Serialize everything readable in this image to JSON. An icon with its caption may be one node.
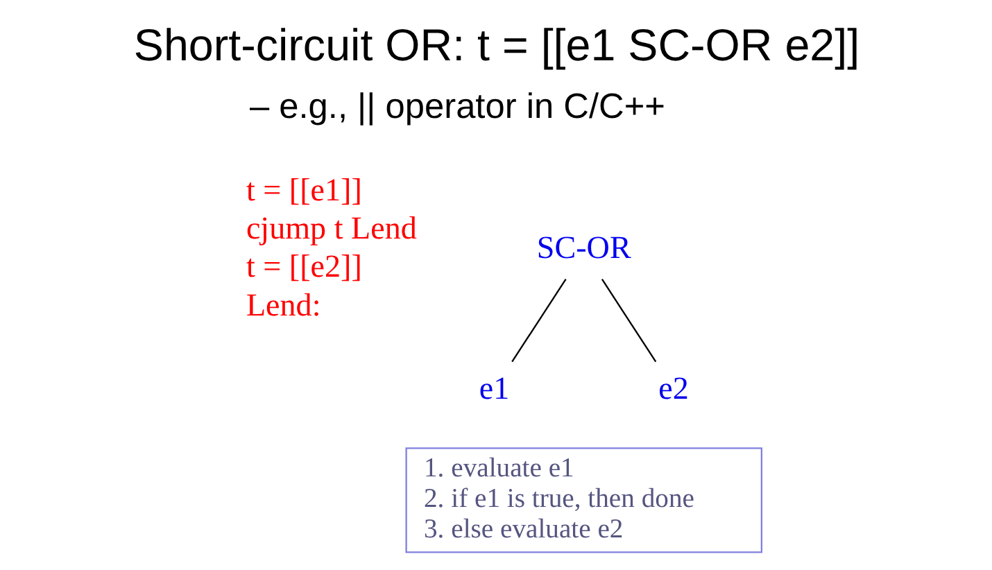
{
  "diagram": {
    "title": "Short-circuit OR: t = [[e1 SC-OR e2]]",
    "nodes": [
      {
        "text": [
          "SC-OR"
        ]
      },
      {
        "text": [
          "e1"
        ]
      },
      {
        "text": [
          "e2"
        ]
      },
      {
        "text": [
          "1. evaluate e1",
          "2. if e1 is true, then done",
          "3. else evaluate e2"
        ]
      }
    ],
    "edges": [
      {
        "from": 0,
        "to": 1,
        "arrow": "none"
      },
      {
        "from": 0,
        "to": 2,
        "arrow": "none"
      }
    ],
    "labels": [
      "– e.g., || operator in C/C++",
      "t = [[e1]]",
      "cjump t Lend",
      "t = [[e2]]",
      "Lend:"
    ]
  }
}
